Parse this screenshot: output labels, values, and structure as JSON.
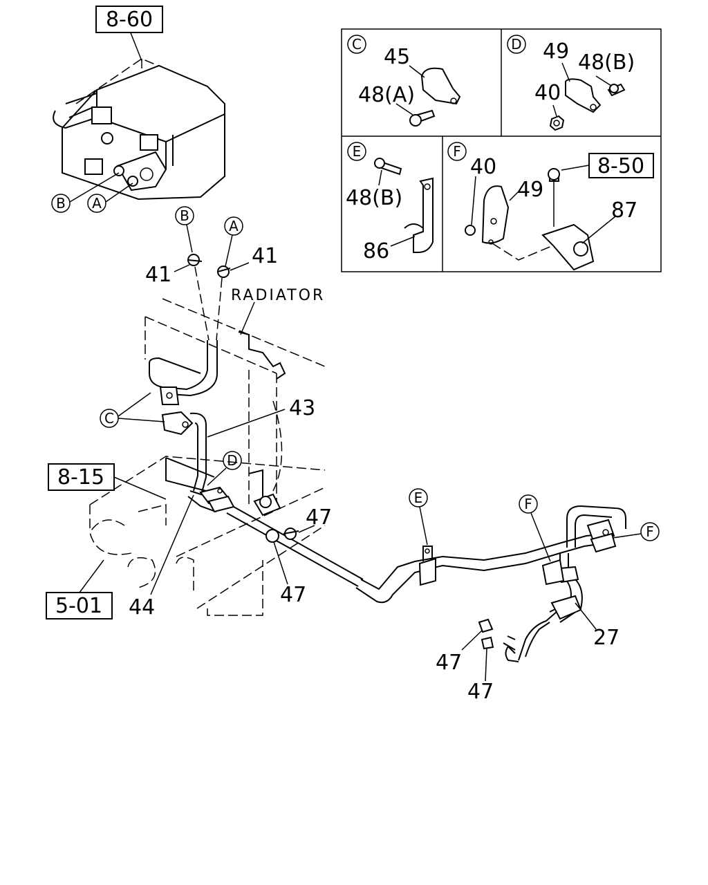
{
  "refs": {
    "r860": "8-60",
    "r815": "8-15",
    "r501": "5-01",
    "r850": "8-50"
  },
  "radiator_label": "RADIATOR",
  "circles": {
    "A": "A",
    "B": "B",
    "C": "C",
    "D": "D",
    "E": "E",
    "F": "F"
  },
  "parts": {
    "p27": "27",
    "p40": "40",
    "p41": "41",
    "p43": "43",
    "p44": "44",
    "p45": "45",
    "p47": "47",
    "p48a": "48(A)",
    "p48b": "48(B)",
    "p49": "49",
    "p86": "86",
    "p87": "87"
  }
}
